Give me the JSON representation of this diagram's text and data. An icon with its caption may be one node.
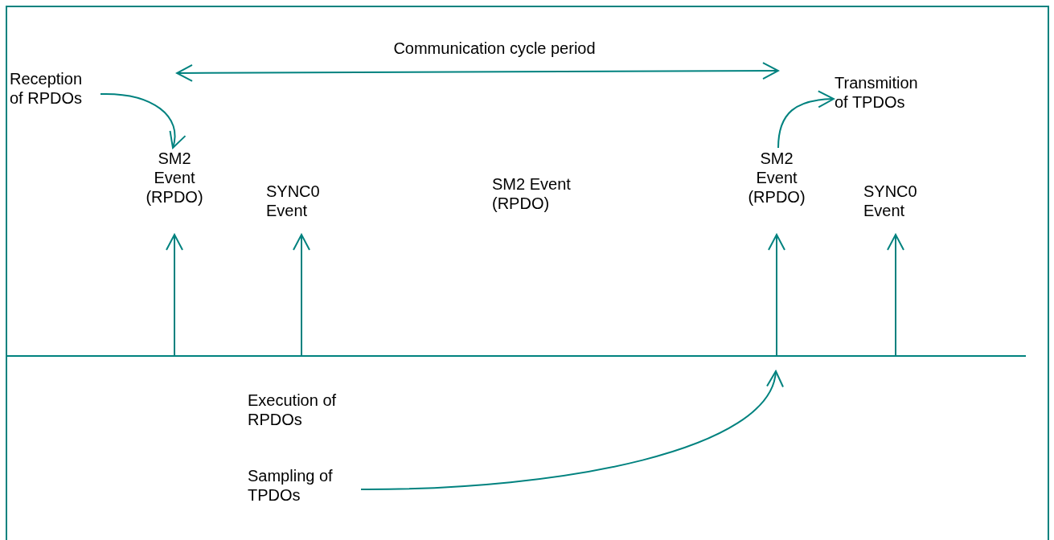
{
  "diagram": {
    "nodes": [
      {
        "text": [
          "Reception of RPDOs"
        ]
      },
      {
        "text": [
          "SM2 Event (RPDO)"
        ]
      },
      {
        "text": [
          "SYNC0 Event"
        ]
      },
      {
        "text": [
          "SM2 Event (RPDO)"
        ]
      },
      {
        "text": [
          "Transmition of TPDOs"
        ]
      },
      {
        "text": [
          "SYNC0 Event"
        ]
      },
      {
        "text": [
          "Sampling of TPDOs"
        ]
      }
    ],
    "edges": [
      {
        "from": 0,
        "to": 1,
        "arrow": "to"
      },
      {
        "from": null,
        "to": 1,
        "arrow": "to"
      },
      {
        "from": null,
        "to": 2,
        "arrow": "to"
      },
      {
        "from": null,
        "to": 3,
        "arrow": "to"
      },
      {
        "from": null,
        "to": 5,
        "arrow": "to"
      },
      {
        "from": 3,
        "to": 4,
        "arrow": "to"
      },
      {
        "from": 6,
        "to": null,
        "arrow": "to"
      }
    ],
    "labels": [
      "Communication cycle period",
      "SM2 Event (RPDO)",
      "Execution of RPDOs"
    ]
  }
}
